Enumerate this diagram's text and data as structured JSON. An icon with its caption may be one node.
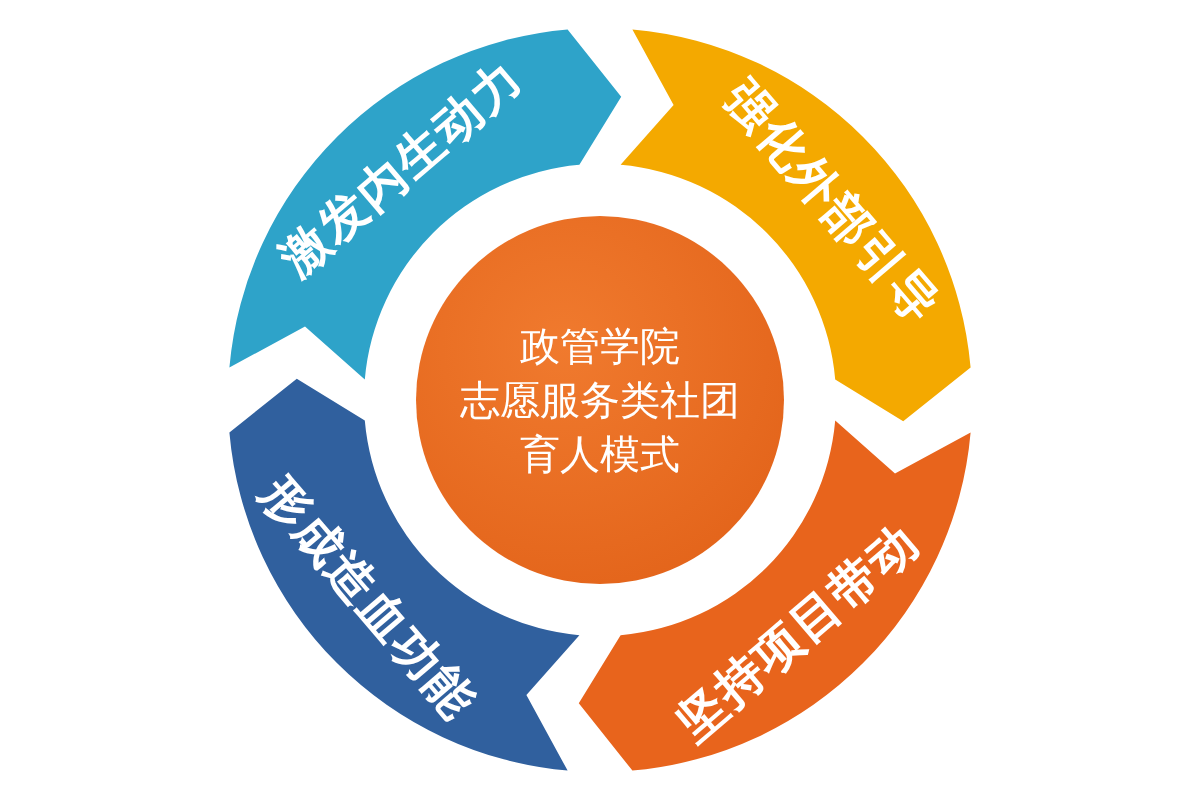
{
  "diagram": {
    "nodes": [
      {
        "text": [
          "政管学院",
          "志愿服务类社团",
          "育人模式"
        ]
      },
      {
        "text": [
          "激发内生动力"
        ]
      },
      {
        "text": [
          "强化外部引导"
        ]
      },
      {
        "text": [
          "坚持项目带动"
        ]
      },
      {
        "text": [
          "形成造血功能"
        ]
      }
    ]
  }
}
